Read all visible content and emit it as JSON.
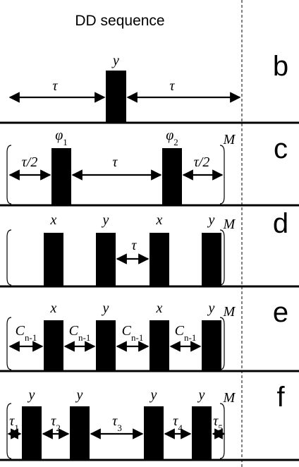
{
  "title": "DD sequence",
  "multiplier_label": "M",
  "panels": [
    {
      "id": "b",
      "label": "b",
      "repeat": false,
      "pulses": [
        {
          "phase": "y",
          "sub": ""
        }
      ],
      "delays": [
        {
          "text": "τ",
          "sub": ""
        },
        {
          "text": "τ",
          "sub": ""
        }
      ]
    },
    {
      "id": "c",
      "label": "c",
      "repeat": true,
      "pulses": [
        {
          "phase": "φ",
          "sub": "1"
        },
        {
          "phase": "φ",
          "sub": "2"
        }
      ],
      "delays": [
        {
          "text": "τ/2",
          "sub": ""
        },
        {
          "text": "τ",
          "sub": ""
        },
        {
          "text": "τ/2",
          "sub": ""
        }
      ]
    },
    {
      "id": "d",
      "label": "d",
      "repeat": true,
      "pulses": [
        {
          "phase": "x",
          "sub": ""
        },
        {
          "phase": "y",
          "sub": ""
        },
        {
          "phase": "x",
          "sub": ""
        },
        {
          "phase": "y",
          "sub": ""
        }
      ],
      "delays": [
        {
          "text": "τ",
          "sub": ""
        }
      ]
    },
    {
      "id": "e",
      "label": "e",
      "repeat": true,
      "pulses": [
        {
          "phase": "x",
          "sub": ""
        },
        {
          "phase": "y",
          "sub": ""
        },
        {
          "phase": "x",
          "sub": ""
        },
        {
          "phase": "y",
          "sub": ""
        }
      ],
      "delays": [
        {
          "text": "C",
          "sub": "n-1"
        },
        {
          "text": "C",
          "sub": "n-1"
        },
        {
          "text": "C",
          "sub": "n-1"
        },
        {
          "text": "C",
          "sub": "n-1"
        }
      ]
    },
    {
      "id": "f",
      "label": "f",
      "repeat": true,
      "pulses": [
        {
          "phase": "y",
          "sub": ""
        },
        {
          "phase": "y",
          "sub": ""
        },
        {
          "phase": "y",
          "sub": ""
        },
        {
          "phase": "y",
          "sub": ""
        }
      ],
      "delays": [
        {
          "text": "τ",
          "sub": "1"
        },
        {
          "text": "τ",
          "sub": "2"
        },
        {
          "text": "τ",
          "sub": "3"
        },
        {
          "text": "τ",
          "sub": "4"
        },
        {
          "text": "τ",
          "sub": "5"
        }
      ]
    }
  ]
}
